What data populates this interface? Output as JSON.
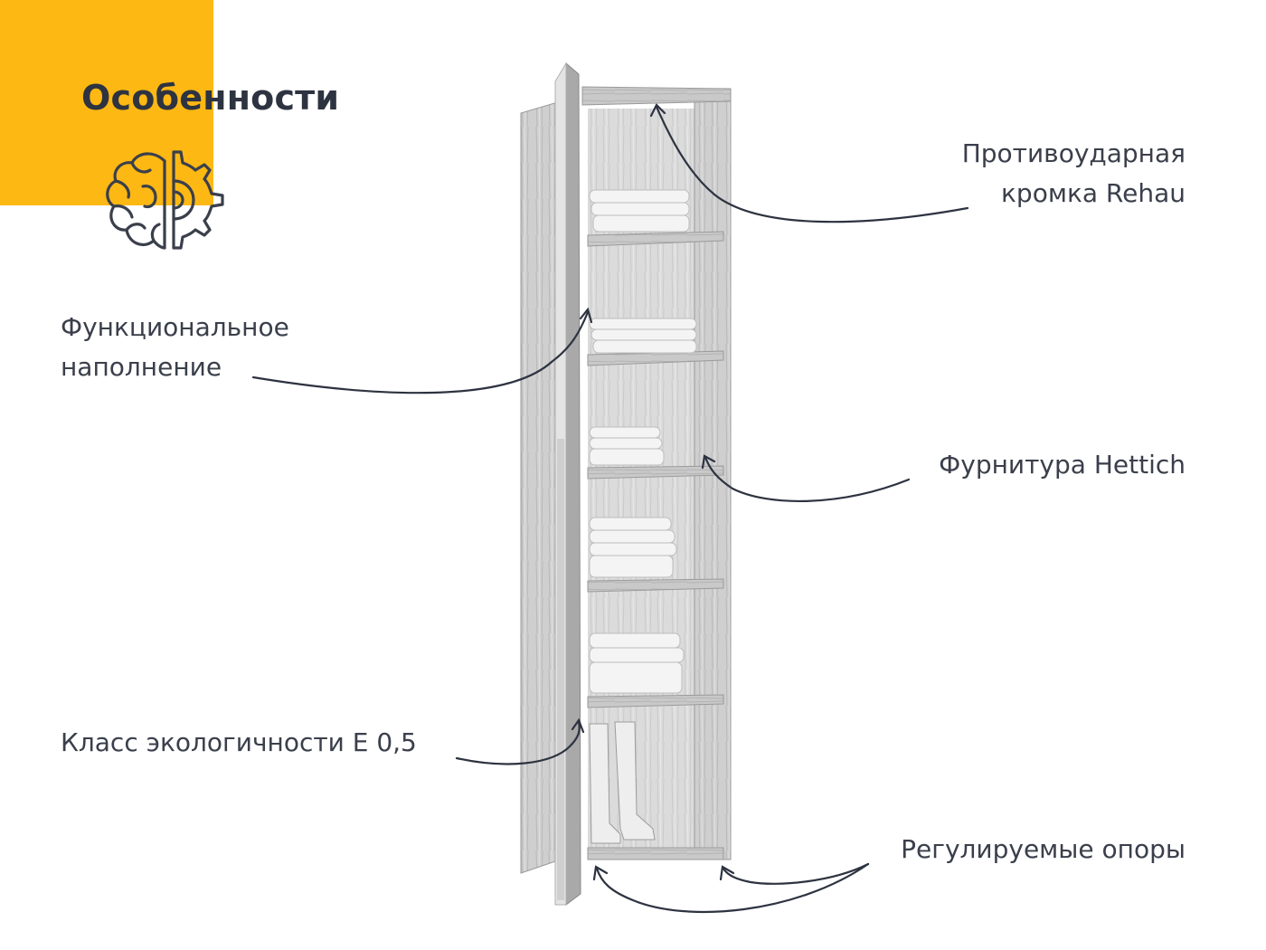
{
  "header": {
    "title": "Особенности",
    "icon": "brain-gear-icon",
    "accent_color": "#FDB813",
    "title_color": "#2D3340"
  },
  "features": {
    "rehau_edge": {
      "line1": "Противоударная",
      "line2": "кромка Rehau"
    },
    "filling": {
      "line1": "Функциональное",
      "line2": "наполнение"
    },
    "hettich": {
      "line1": "Фурнитура Hettich"
    },
    "eco_class": {
      "line1": "Класс экологичности Е 0,5"
    },
    "supports": {
      "line1": "Регулируемые опоры"
    }
  },
  "product": {
    "image": "wardrobe-cabinet-illustration"
  }
}
